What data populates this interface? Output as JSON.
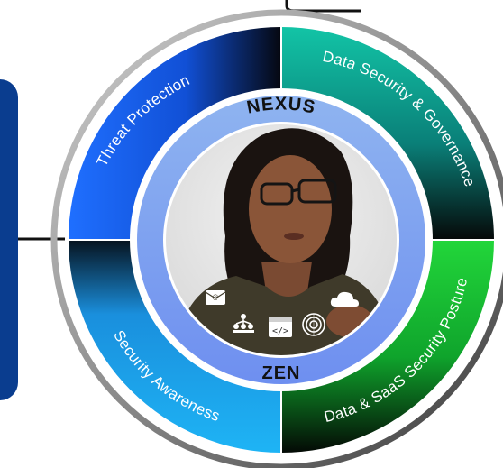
{
  "ring": {
    "segments": [
      {
        "label": "Threat Protection",
        "color": "#1565e8"
      },
      {
        "label": "Data Security & Governance",
        "color": "#10b8a0"
      },
      {
        "label": "Data & SaaS Security Posture",
        "color": "#18c832"
      },
      {
        "label": "Security Awareness",
        "color": "#1aa8f0"
      }
    ]
  },
  "core": {
    "top_label": "NEXUS",
    "bottom_label": "ZEN",
    "ring_color": "#7fa4ee"
  },
  "panel": {
    "color": "#0a3d8f"
  },
  "icons": [
    "email-icon",
    "network-icon",
    "code-window-icon",
    "fingerprint-icon",
    "cloud-icon"
  ]
}
